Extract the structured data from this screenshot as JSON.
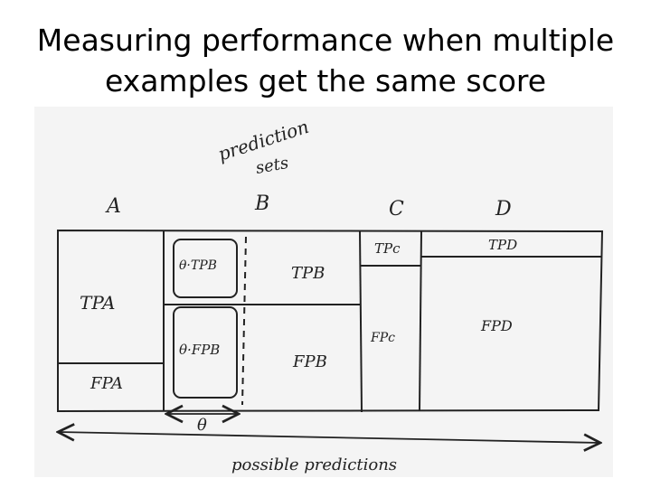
{
  "title_line1": "Measuring performance when multiple",
  "title_line2": "examples get the same score",
  "annotations": {
    "prediction_sets_1": "prediction",
    "prediction_sets_2": "sets",
    "theta": "θ",
    "possible_predictions": "possible predictions"
  },
  "columns": {
    "a": {
      "header": "A",
      "tp": "TPA",
      "fp": "FPA"
    },
    "b": {
      "header": "B",
      "theta_tp": "θ·TPB",
      "theta_fp": "θ·FPB",
      "tp": "TPB",
      "fp": "FPB"
    },
    "c": {
      "header": "C",
      "tp": "TPc",
      "fp": "FPc"
    },
    "d": {
      "header": "D",
      "tp": "TPD",
      "fp": "FPD"
    }
  },
  "colors": {
    "ink": "#222222",
    "paper": "#f4f4f4"
  }
}
